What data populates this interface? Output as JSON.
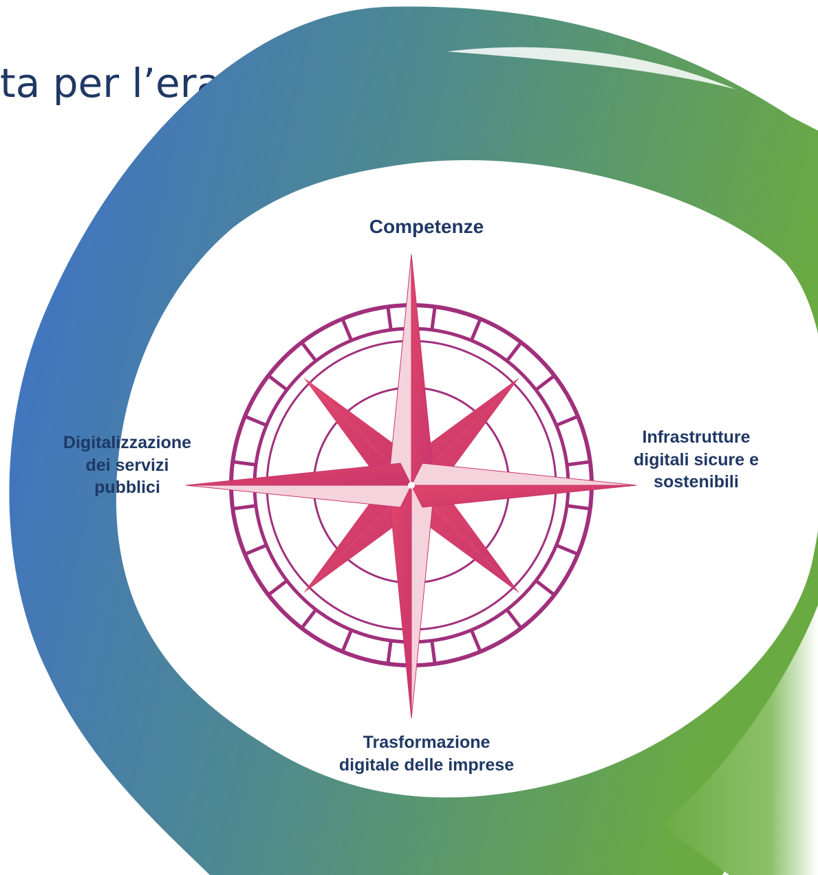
{
  "slide": {
    "title_fragment": "ta per l’era"
  },
  "compass": {
    "pillars": {
      "top": "Competenze",
      "left": "Digitalizzazione\ndei servizi\npubblici",
      "right": "Infrastrutture\ndigitali sicure e\nsostenibili",
      "bottom": "Trasformazione\ndigitale delle imprese"
    }
  },
  "colors": {
    "title_text": "#1f3864",
    "label_text": "#1f3864",
    "swoosh_blue": "#3e6fcd",
    "swoosh_teal": "#4e8a8e",
    "swoosh_green": "#6aaa42",
    "compass_ring": "#a0307c",
    "compass_star": "#e24a6a"
  }
}
